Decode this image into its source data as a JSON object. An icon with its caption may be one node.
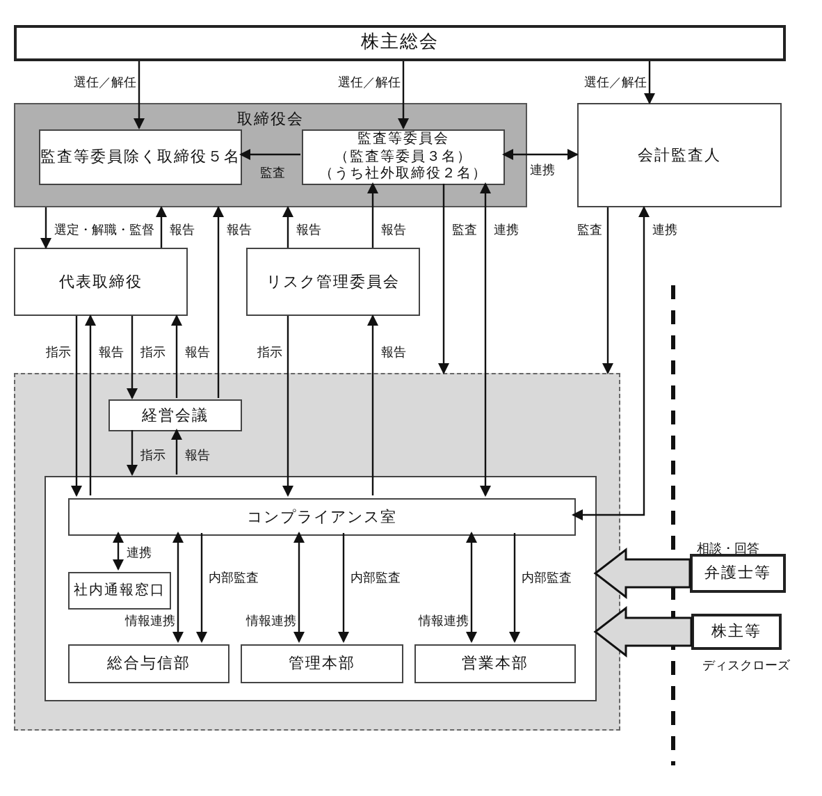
{
  "diagram": {
    "nodes": [
      {
        "text": [
          "株主総会"
        ]
      },
      {
        "text": [
          "取締役会"
        ]
      },
      {
        "text": [
          "監査等委員除く取締役５名"
        ],
        "in": 1
      },
      {
        "text": [
          "監査等委員会（監査等委員３名）（うち社外取締役２名）"
        ],
        "in": 1
      },
      {
        "text": [
          "会計監査人"
        ]
      },
      {
        "text": [
          "代表取締役"
        ]
      },
      {
        "text": [
          "リスク管理委員会"
        ]
      },
      {
        "text": [],
        "shape": "box"
      },
      {
        "text": [
          "経営会議"
        ],
        "in": 7
      },
      {
        "text": [],
        "shape": "box",
        "in": 7
      },
      {
        "text": [
          "コンプライアンス室"
        ],
        "in": 9
      },
      {
        "text": [
          "社内通報窓口"
        ],
        "in": 9
      },
      {
        "text": [
          "総合与信部"
        ],
        "in": 9
      },
      {
        "text": [
          "管理本部"
        ],
        "in": 9
      },
      {
        "text": [
          "営業本部"
        ],
        "in": 9
      },
      {
        "text": [
          "弁護士等"
        ],
        "beside": [
          "相談・回答"
        ]
      },
      {
        "text": [
          "株主等"
        ],
        "beside": [
          "ディスクローズ"
        ]
      }
    ],
    "edges": [
      {
        "from": 0,
        "to": 2,
        "arrow": "to",
        "label": "選任／解任"
      },
      {
        "from": 0,
        "to": 3,
        "arrow": "to",
        "label": "選任／解任"
      },
      {
        "from": 0,
        "to": 4,
        "arrow": "to",
        "label": "選任／解任"
      },
      {
        "from": 3,
        "to": 2,
        "arrow": "to",
        "label": "監査"
      },
      {
        "from": 3,
        "to": 4,
        "arrow": "both",
        "label": "連携"
      },
      {
        "from": 1,
        "to": 5,
        "arrow": "to",
        "label": "選定・解職・監督"
      },
      {
        "from": 5,
        "to": 1,
        "arrow": "to",
        "label": "報告"
      },
      {
        "from": 8,
        "to": 1,
        "arrow": "to",
        "label": "報告"
      },
      {
        "from": 6,
        "to": 1,
        "arrow": "to",
        "label": "報告"
      },
      {
        "from": 6,
        "to": 3,
        "arrow": "to",
        "label": "報告"
      },
      {
        "from": 3,
        "to": 7,
        "arrow": "to",
        "label": "監査"
      },
      {
        "from": 3,
        "to": 10,
        "arrow": "both",
        "label": "連携"
      },
      {
        "from": 4,
        "to": 7,
        "arrow": "to",
        "label": "監査"
      },
      {
        "from": 4,
        "to": 10,
        "arrow": "both",
        "label": "連携"
      },
      {
        "from": 5,
        "to": 10,
        "arrow": "to",
        "label": "指示"
      },
      {
        "from": 10,
        "to": 5,
        "arrow": "to",
        "label": "報告"
      },
      {
        "from": 5,
        "to": 8,
        "arrow": "to",
        "label": "指示"
      },
      {
        "from": 8,
        "to": 5,
        "arrow": "to",
        "label": "報告"
      },
      {
        "from": 6,
        "to": 10,
        "arrow": "to",
        "label": "指示"
      },
      {
        "from": 10,
        "to": 6,
        "arrow": "to",
        "label": "報告"
      },
      {
        "from": 8,
        "to": 9,
        "arrow": "to",
        "label": "指示"
      },
      {
        "from": 9,
        "to": 8,
        "arrow": "to",
        "label": "報告"
      },
      {
        "from": 10,
        "to": 11,
        "arrow": "both",
        "label": "連携"
      },
      {
        "from": 10,
        "to": 12,
        "arrow": "both",
        "label": "情報連携"
      },
      {
        "from": 10,
        "to": 12,
        "arrow": "to",
        "label": "内部監査"
      },
      {
        "from": 10,
        "to": 13,
        "arrow": "both",
        "label": "情報連携"
      },
      {
        "from": 10,
        "to": 13,
        "arrow": "to",
        "label": "内部監査"
      },
      {
        "from": 10,
        "to": 14,
        "arrow": "both",
        "label": "情報連携"
      },
      {
        "from": 10,
        "to": 14,
        "arrow": "to",
        "label": "内部監査"
      },
      {
        "from": 15,
        "to": 9,
        "arrow": "to",
        "style": "thick"
      },
      {
        "from": 16,
        "to": 9,
        "arrow": "to",
        "style": "thick"
      }
    ]
  }
}
